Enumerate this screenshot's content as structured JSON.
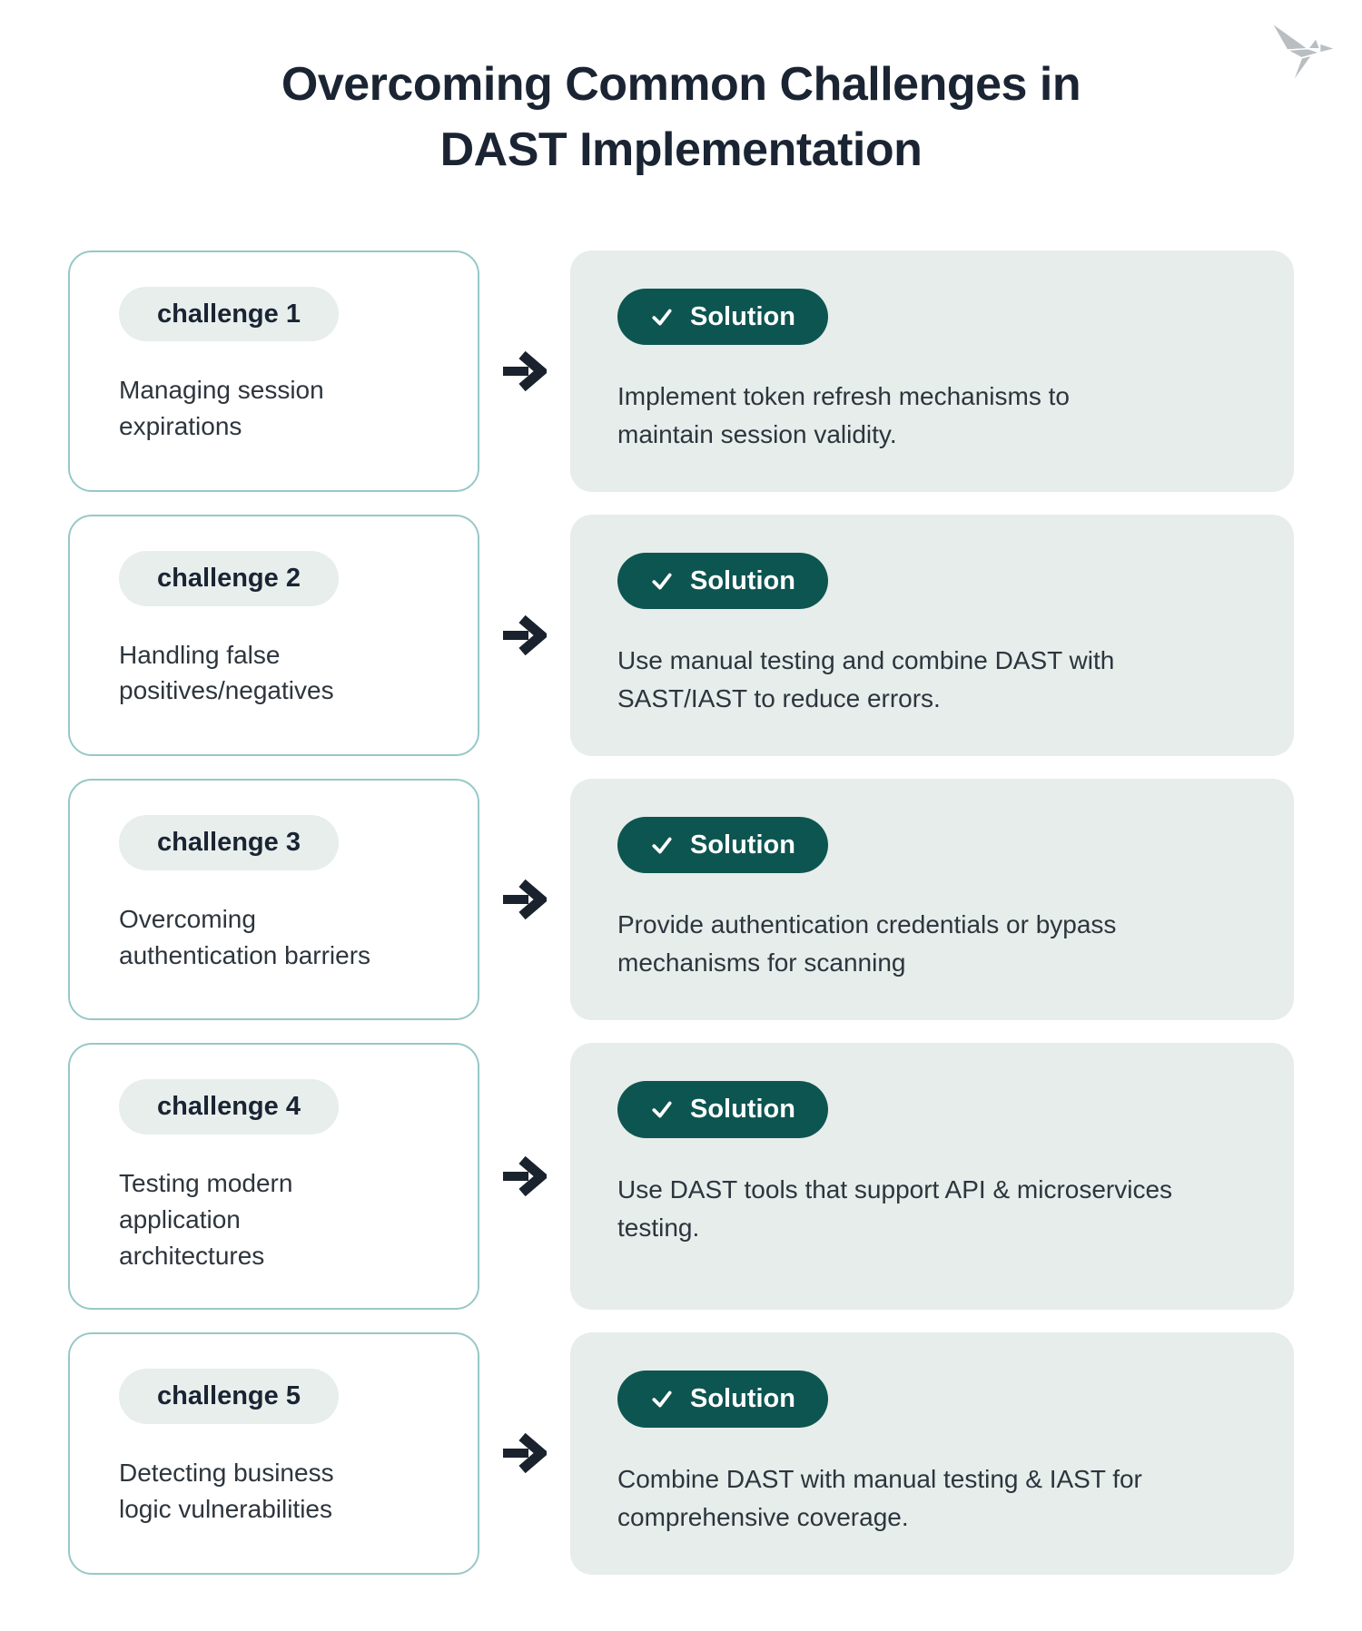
{
  "title": "Overcoming Common Challenges in\nDAST Implementation",
  "logo": {
    "name": "origami-bird-logo"
  },
  "rows": [
    {
      "challenge_label": "challenge 1",
      "challenge_text": "Managing session\nexpirations",
      "solution_label": "Solution",
      "solution_text": "Implement token refresh mechanisms to\nmaintain session validity."
    },
    {
      "challenge_label": "challenge 2",
      "challenge_text": "Handling false\npositives/negatives",
      "solution_label": "Solution",
      "solution_text": "Use manual testing and combine DAST with\nSAST/IAST to reduce errors."
    },
    {
      "challenge_label": "challenge 3",
      "challenge_text": "Overcoming\nauthentication barriers",
      "solution_label": "Solution",
      "solution_text": "Provide authentication credentials or bypass\nmechanisms for scanning"
    },
    {
      "challenge_label": "challenge 4",
      "challenge_text": "Testing modern\napplication\narchitectures",
      "solution_label": "Solution",
      "solution_text": "Use DAST tools that support API & microservices\ntesting."
    },
    {
      "challenge_label": "challenge 5",
      "challenge_text": "Detecting business\nlogic vulnerabilities",
      "solution_label": "Solution",
      "solution_text": "Combine DAST with manual testing & IAST for\ncomprehensive coverage."
    }
  ],
  "colors": {
    "title": "#1a2433",
    "body_text": "#2d353d",
    "card_border": "#97c8c7",
    "challenge_pill_bg": "#e7eeec",
    "solution_card_bg": "#e6edeb",
    "solution_pill_bg": "#0d5551",
    "solution_pill_text": "#ffffff",
    "arrow": "#19222d",
    "logo": "#b9bec2",
    "background": "#ffffff"
  }
}
